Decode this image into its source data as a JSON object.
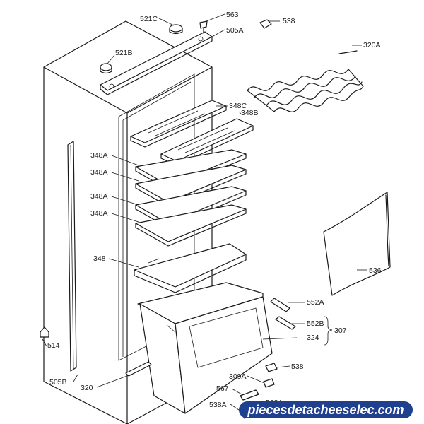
{
  "labels": {
    "l521c": "521C",
    "l563": "563",
    "l538_top": "538",
    "l505a": "505A",
    "l521b": "521B",
    "l320a": "320A",
    "l348c": "348C",
    "l348b": "348B",
    "l348a_1": "348A",
    "l348a_2": "348A",
    "l348a_3": "348A",
    "l348a_4": "348A",
    "l348": "348",
    "l536": "536",
    "l552a": "552A",
    "l552b": "552B",
    "l307": "307",
    "l324": "324",
    "l514": "514",
    "l505b": "505B",
    "l320": "320",
    "l538_mid": "538",
    "l309a": "309A",
    "l567": "567",
    "l563a": "563A",
    "l538a": "538A"
  },
  "watermark": "piecesdetacheeselec.com",
  "colors": {
    "line": "#1a1a1a",
    "watermark_bg": "#1f3f8f"
  }
}
